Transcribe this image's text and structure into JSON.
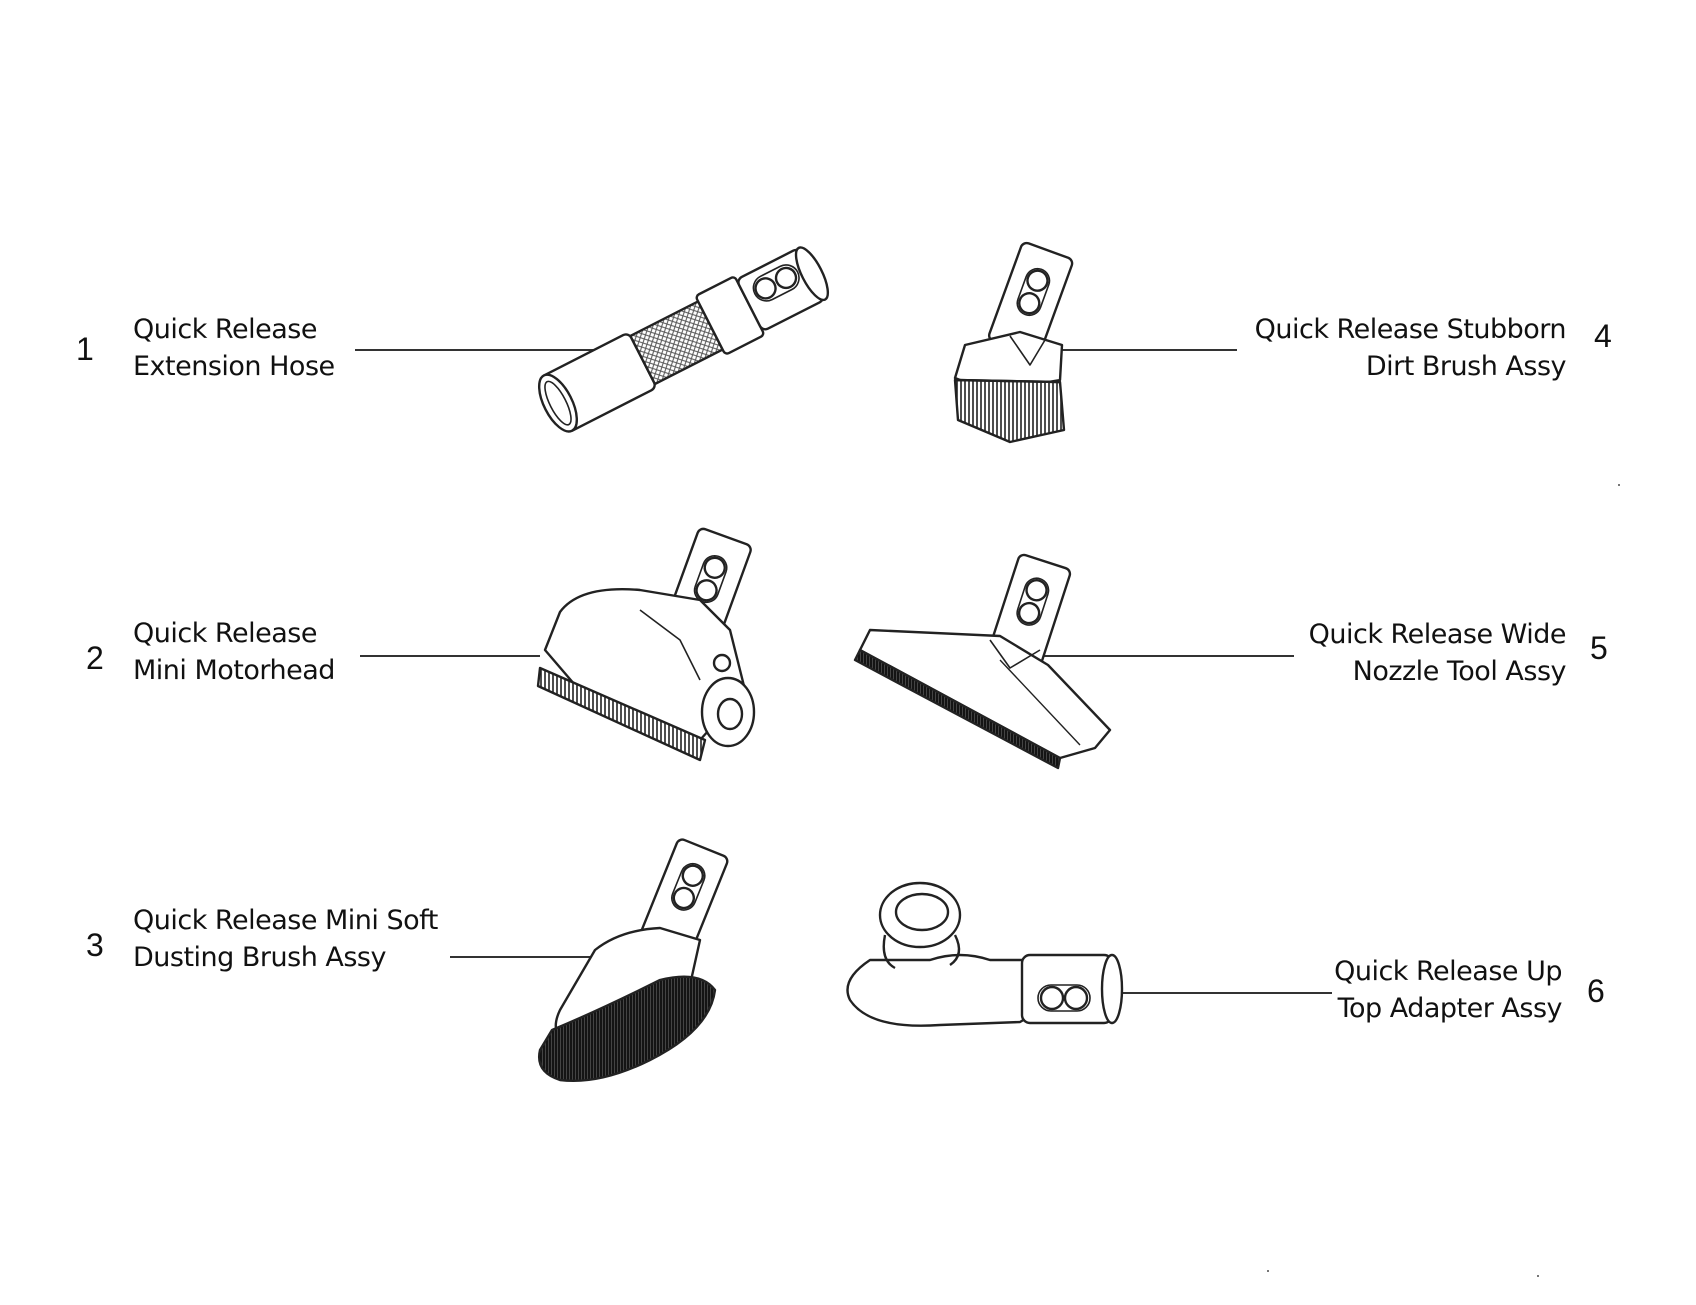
{
  "parts": [
    {
      "number": "1",
      "line1": "Quick Release",
      "line2": "Extension Hose",
      "icon": "extension-hose-icon"
    },
    {
      "number": "2",
      "line1": "Quick Release",
      "line2": "Mini Motorhead",
      "icon": "mini-motorhead-icon"
    },
    {
      "number": "3",
      "line1": "Quick Release Mini Soft",
      "line2": "Dusting Brush Assy",
      "icon": "soft-dusting-brush-icon"
    },
    {
      "number": "4",
      "line1": "Quick Release Stubborn",
      "line2": "Dirt Brush Assy",
      "icon": "stubborn-dirt-brush-icon"
    },
    {
      "number": "5",
      "line1": "Quick Release Wide",
      "line2": "Nozzle Tool Assy",
      "icon": "wide-nozzle-tool-icon"
    },
    {
      "number": "6",
      "line1": "Quick Release Up",
      "line2": "Top Adapter Assy",
      "icon": "up-top-adapter-icon"
    }
  ]
}
